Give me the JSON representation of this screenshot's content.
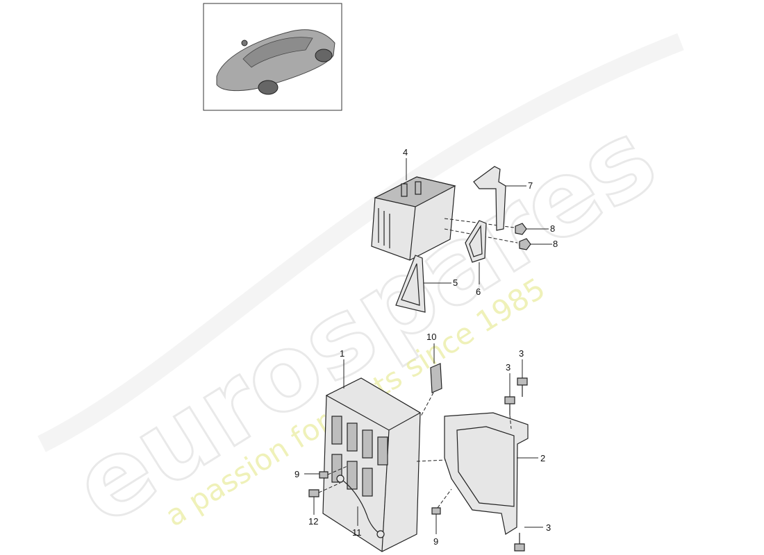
{
  "watermark": {
    "brand": "eurospares",
    "tagline": "a passion for parts since 1985"
  },
  "thumbnail": {
    "icon": "car-thumbnail-icon"
  },
  "callouts": {
    "c1": "1",
    "c2": "2",
    "c3a": "3",
    "c3b": "3",
    "c3c": "3",
    "c4": "4",
    "c5": "5",
    "c6": "6",
    "c7": "7",
    "c8a": "8",
    "c8b": "8",
    "c9a": "9",
    "c9b": "9",
    "c10": "10",
    "c11": "11",
    "c12": "12"
  }
}
